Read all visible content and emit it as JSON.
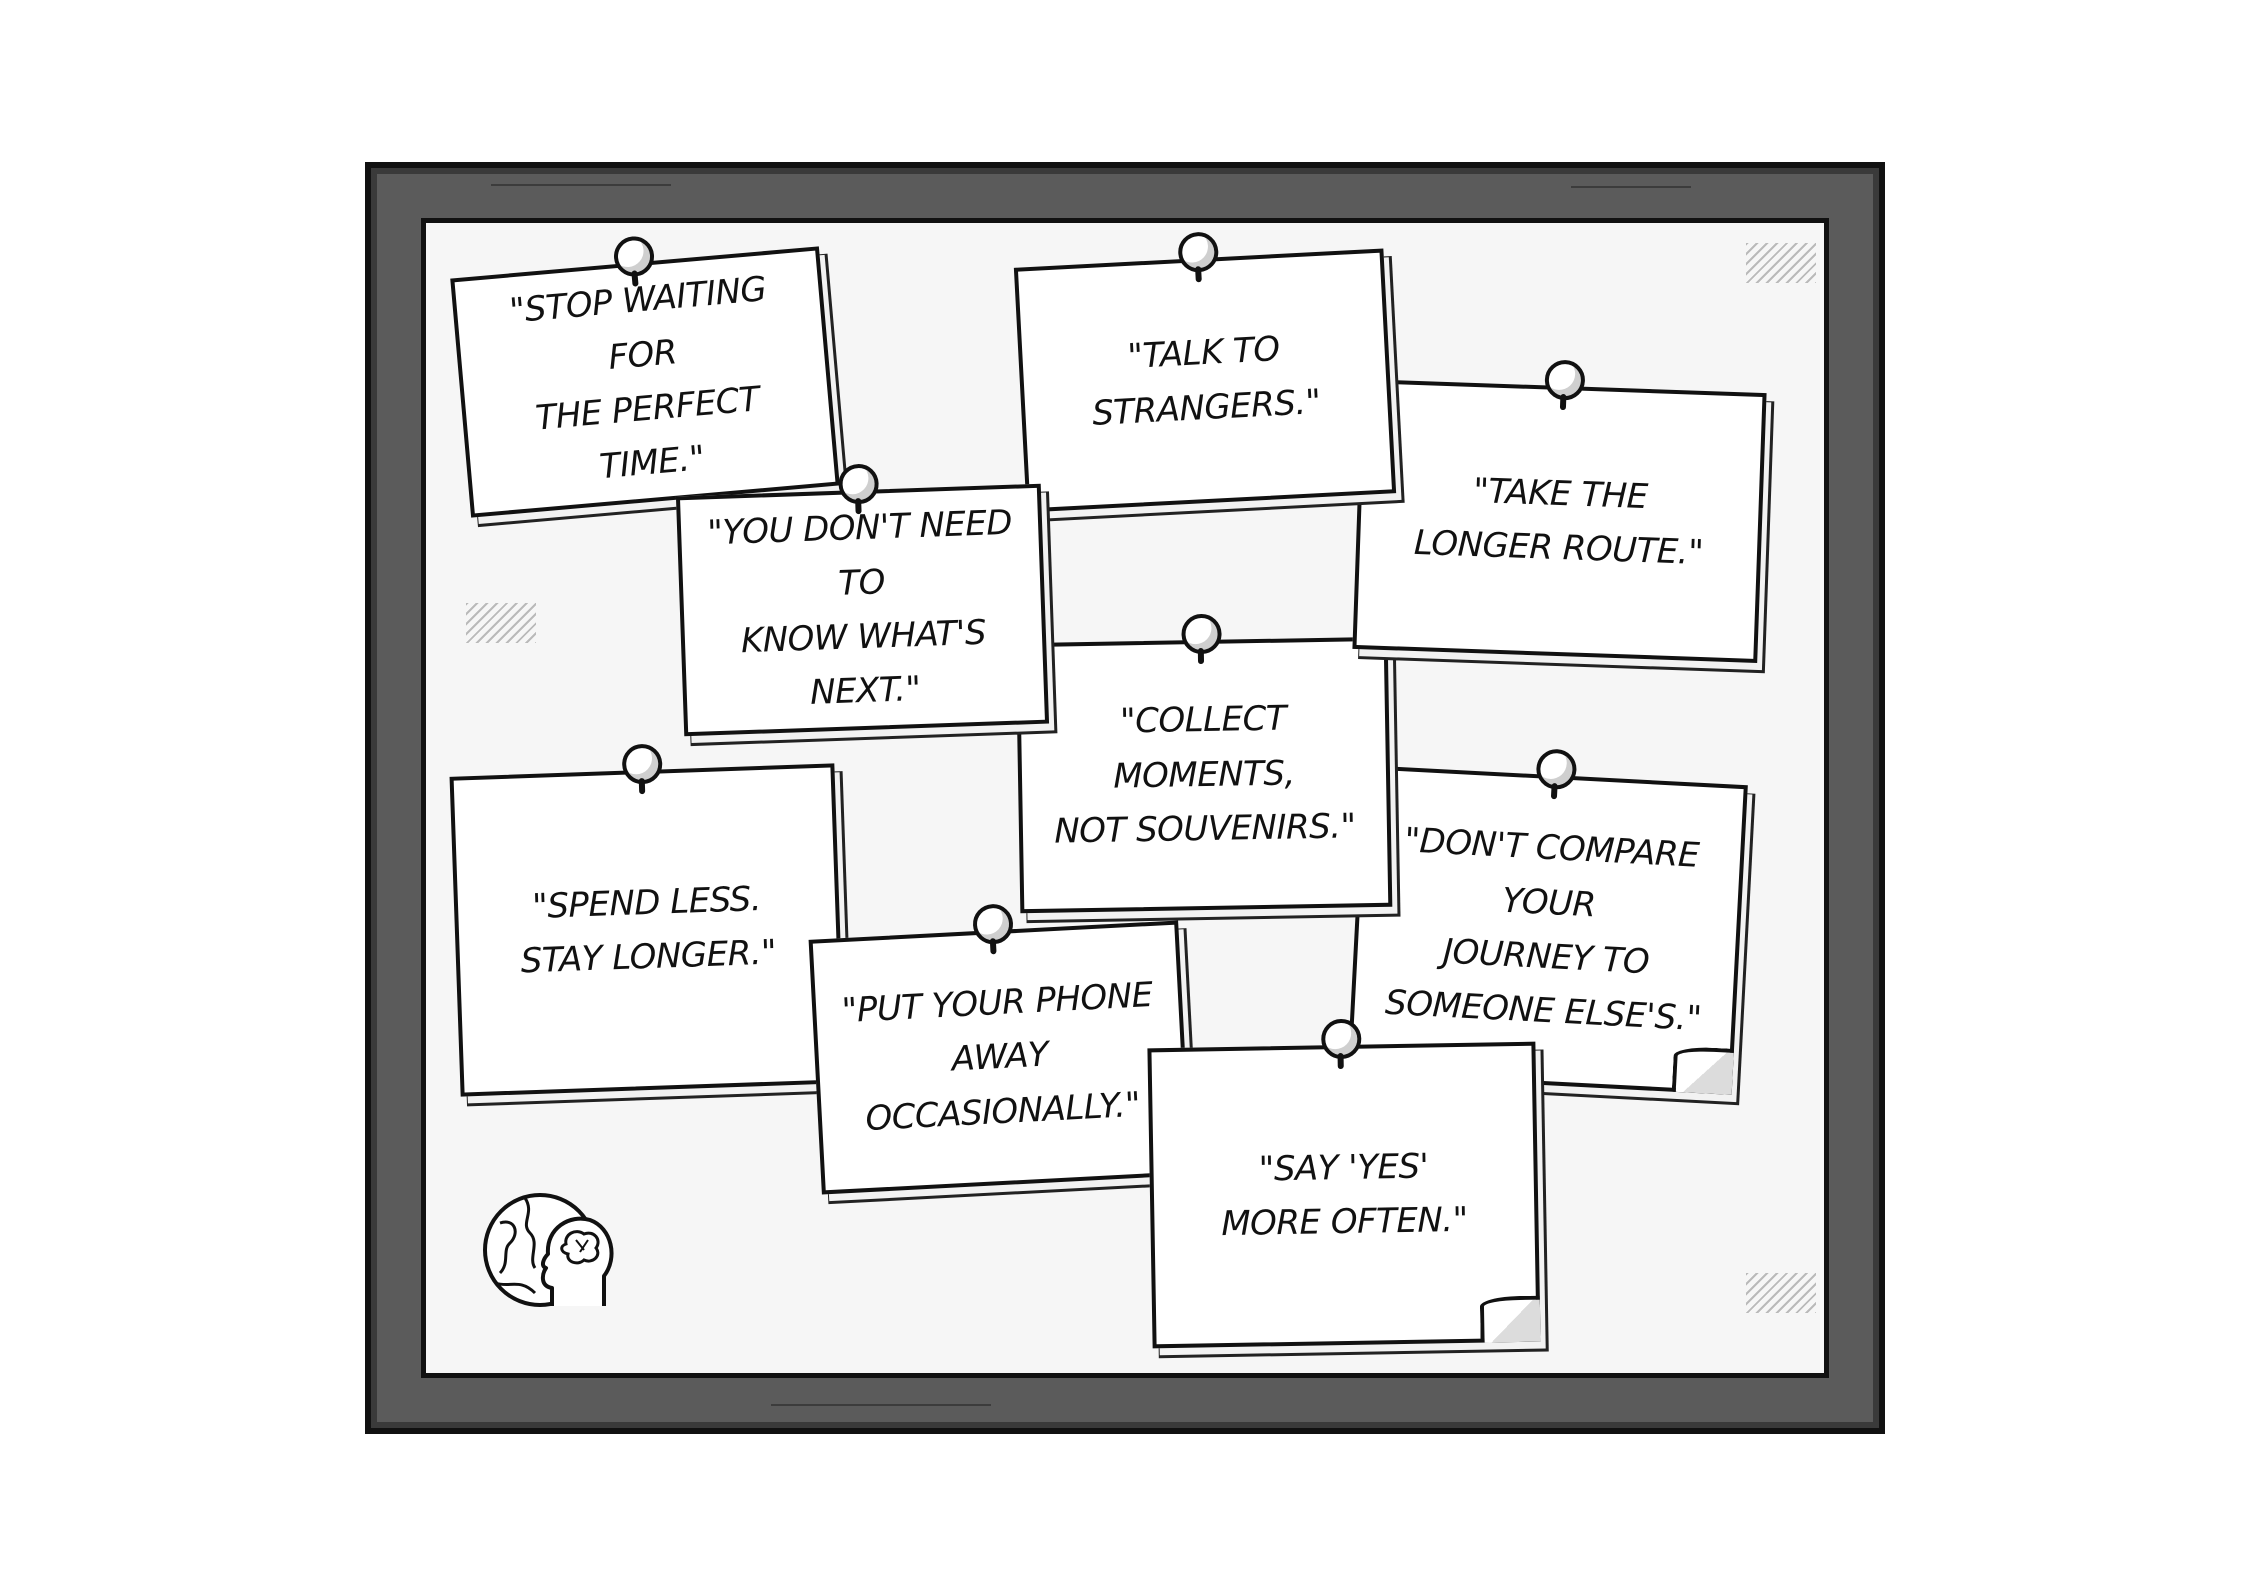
{
  "board": {
    "notes": [
      {
        "text": "\"STOP WAITING FOR\nTHE PERFECT TIME.\""
      },
      {
        "text": "\"TALK TO\nSTRANGERS.\""
      },
      {
        "text": "\"TAKE THE\nLONGER ROUTE.\""
      },
      {
        "text": "\"YOU DON'T NEED TO\nKNOW WHAT'S NEXT.\""
      },
      {
        "text": "\"COLLECT MOMENTS,\nNOT SOUVENIRS.\""
      },
      {
        "text": "\"SPEND LESS.\nSTAY LONGER.\""
      },
      {
        "text": "\"DON'T COMPARE YOUR\nJOURNEY TO\nSOMEONE ELSE'S.\""
      },
      {
        "text": "\"PUT YOUR PHONE\nAWAY OCCASIONALLY.\""
      },
      {
        "text": "\"SAY 'YES'\nMORE OFTEN.\""
      }
    ],
    "logo_icon": "globe-head-brain-icon"
  },
  "colors": {
    "frame": "#5b5b5b",
    "outline": "#111111",
    "board": "#f6f6f6",
    "note": "#ffffff"
  }
}
